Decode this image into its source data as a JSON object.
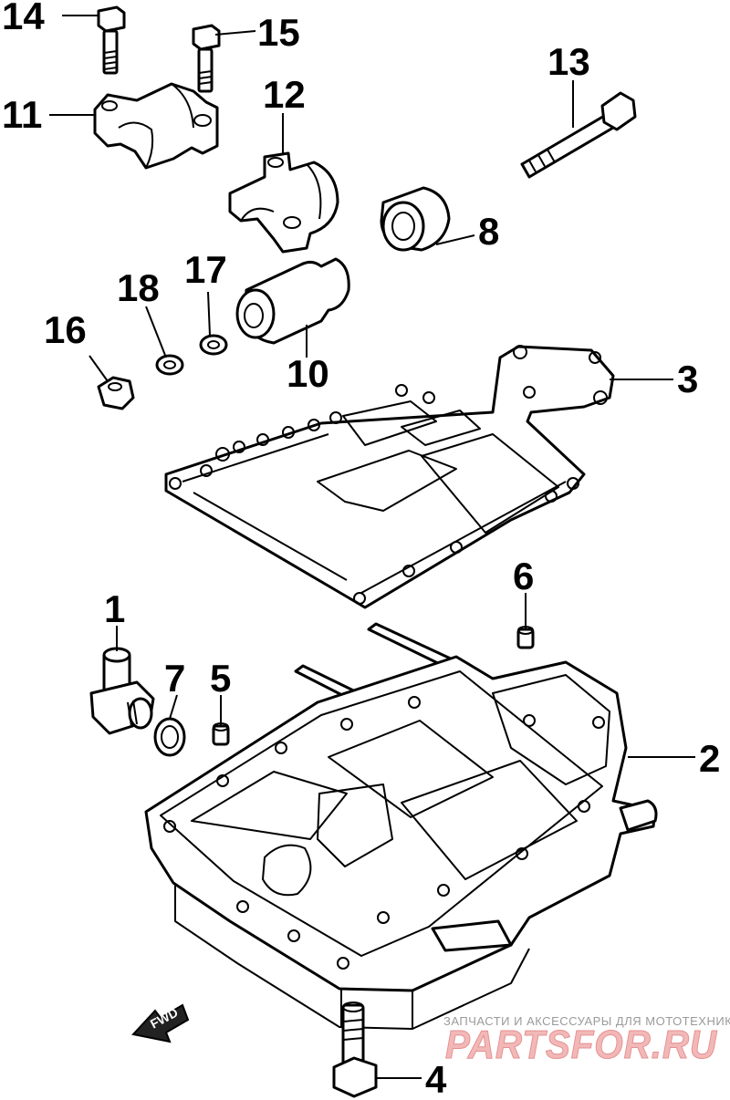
{
  "diagram": {
    "callouts": {
      "c1": "1",
      "c2": "2",
      "c3": "3",
      "c4": "4",
      "c5": "5",
      "c6": "6",
      "c7": "7",
      "c8": "8",
      "c10": "10",
      "c11": "11",
      "c12": "12",
      "c13": "13",
      "c14": "14",
      "c15": "15",
      "c16": "16",
      "c17": "17",
      "c18": "18"
    },
    "forward_label": "FWD",
    "watermark": {
      "tagline": "ЗАПЧАСТИ И АКСЕССУАРЫ ДЛЯ МОТОТЕХНИКИ",
      "logo": "PARTSFOR.RU"
    }
  }
}
